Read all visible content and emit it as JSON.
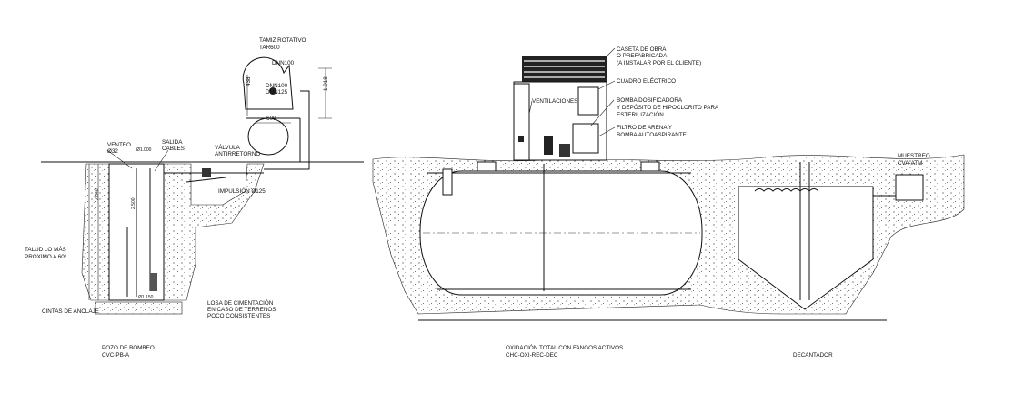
{
  "title_block": {
    "pump_well": {
      "name": "POZO DE BOMBEO",
      "code": "CVC-PB-A"
    },
    "oxidation": {
      "name": "OXIDACIÓN TOTAL CON FANGOS ACTIVOS",
      "code": "CHC-OXI-REC-DEC"
    },
    "decanter": {
      "name": "DECANTADOR"
    }
  },
  "labels": {
    "screen": [
      "TAMIZ ROTATIVO",
      "TAR600"
    ],
    "dnn100_top": "DNN100",
    "dnn100": "DNN100",
    "dnn125": "DNN125",
    "vent": [
      "VENTEO",
      "Ø32"
    ],
    "diameter": "Ø1.000",
    "cable_outlet": [
      "SALIDA",
      "CABLES"
    ],
    "check_valve": [
      "VÁLVULA",
      "ANTIRRETORNO"
    ],
    "impulsion": "IMPULSIÓN Ø125",
    "slope": [
      "TALUD LO MÁS",
      "PRÓXIMO A 60º"
    ],
    "anchor_straps": "CINTAS DE ANCLAJE",
    "foundation": [
      "LOSA DE CIMENTACIÓN",
      "EN CASO DE TERRENOS",
      "POCO CONSISTENTES"
    ],
    "hut": [
      "CASETA DE OBRA",
      "O PREFABRICADA",
      "(A INSTALAR POR EL CLIENTE)"
    ],
    "panel": "CUADRO ELÉCTRICO",
    "ventilation": "VENTILACIONES",
    "dosing": [
      "BOMBA DOSIFICADORA",
      "Y DEPÓSITO DE HIPOCLORITO PARA",
      "ESTERILIZACIÓN"
    ],
    "filter": [
      "FILTRO DE ARENA Y",
      "BOMBA AUTOASPIRANTE"
    ],
    "sampling": [
      "MUESTREO",
      "CVA-ATM"
    ]
  },
  "dimensions": {
    "screen_height": "1.018",
    "screen_width": "600",
    "screen_mid": "438",
    "well_depth": "2.500",
    "well_side": "2.040",
    "well_base": "Ø1.150"
  }
}
